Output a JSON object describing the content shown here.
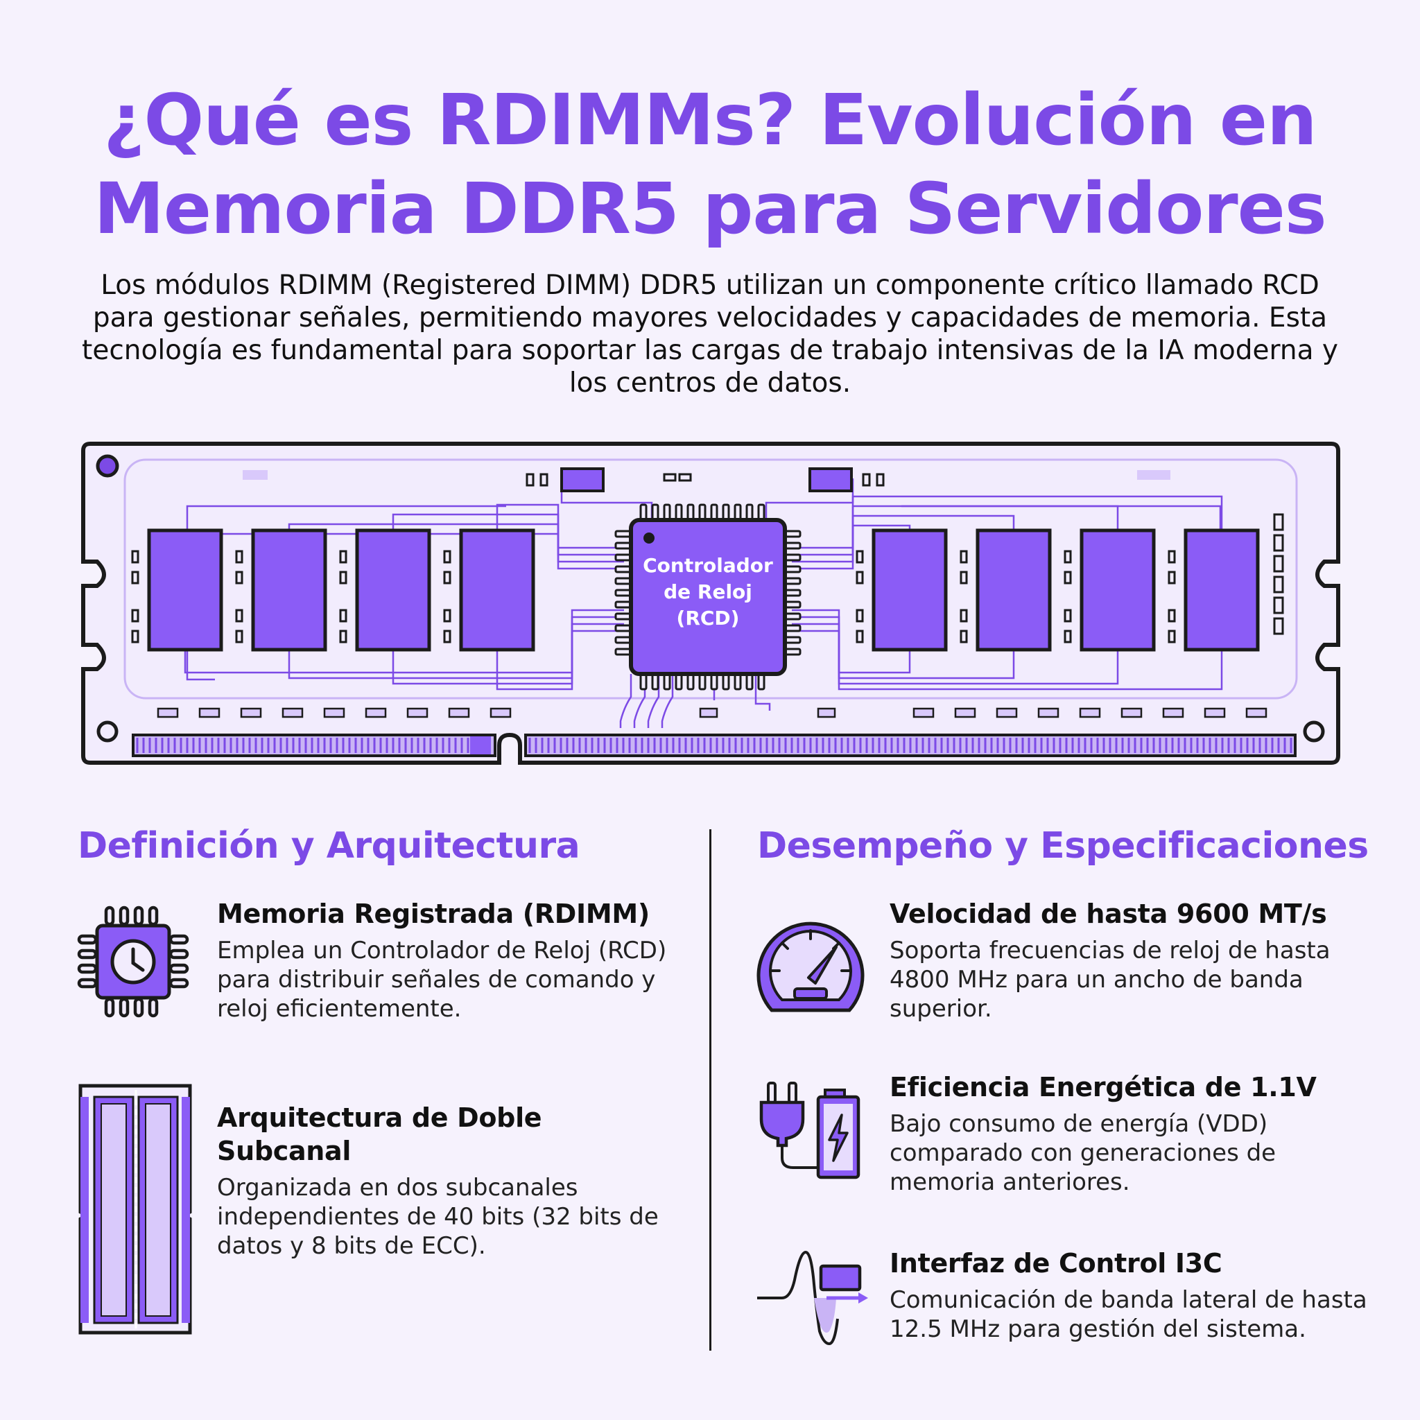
{
  "header": {
    "title": "¿Qué es RDIMMs? Evolución en Memoria DDR5 para Servidores",
    "intro": "Los módulos RDIMM (Registered DIMM) DDR5 utilizan un componente crítico llamado RCD para gestionar señales, permitiendo mayores velocidades y capacidades de memoria. Esta tecnología es fundamental para soportar las cargas de trabajo intensivas de la IA moderna y los centros de datos."
  },
  "module_diagram": {
    "chip_label_line1": "Controlador",
    "chip_label_line2": "de Reloj",
    "chip_label_line3": "(RCD)",
    "dram_chip_count": 8
  },
  "left_column": {
    "heading": "Definición y Arquitectura",
    "features": [
      {
        "icon": "clock-chip-icon",
        "title": "Memoria Registrada (RDIMM)",
        "description": "Emplea un Controlador de Reloj (RCD) para distribuir señales de comando y reloj eficientemente."
      },
      {
        "icon": "dual-subchannel-module-icon",
        "title": "Arquitectura de Doble Subcanal",
        "description": "Organizada en dos subcanales independientes de 40 bits (32 bits de datos y 8 bits de ECC)."
      }
    ]
  },
  "right_column": {
    "heading": "Desempeño y Especificaciones",
    "features": [
      {
        "icon": "speedometer-icon",
        "title": "Velocidad de hasta 9600 MT/s",
        "description": "Soporta frecuencias de reloj de hasta 4800 MHz para un ancho de banda superior."
      },
      {
        "icon": "plug-battery-icon",
        "title": "Eficiencia Energética de 1.1V",
        "description": "Bajo consumo de energía (VDD) comparado con generaciones de memoria anteriores."
      },
      {
        "icon": "signal-wave-icon",
        "title": "Interfaz de Control I3C",
        "description": "Comunicación de banda lateral de hasta 12.5 MHz para gestión del sistema."
      }
    ]
  },
  "colors": {
    "accent": "#7c4ae6",
    "chip_fill": "#8b5cf6",
    "light_fill": "#d9c9fb",
    "background": "#f6f2fd",
    "ink": "#1b1b1b"
  }
}
